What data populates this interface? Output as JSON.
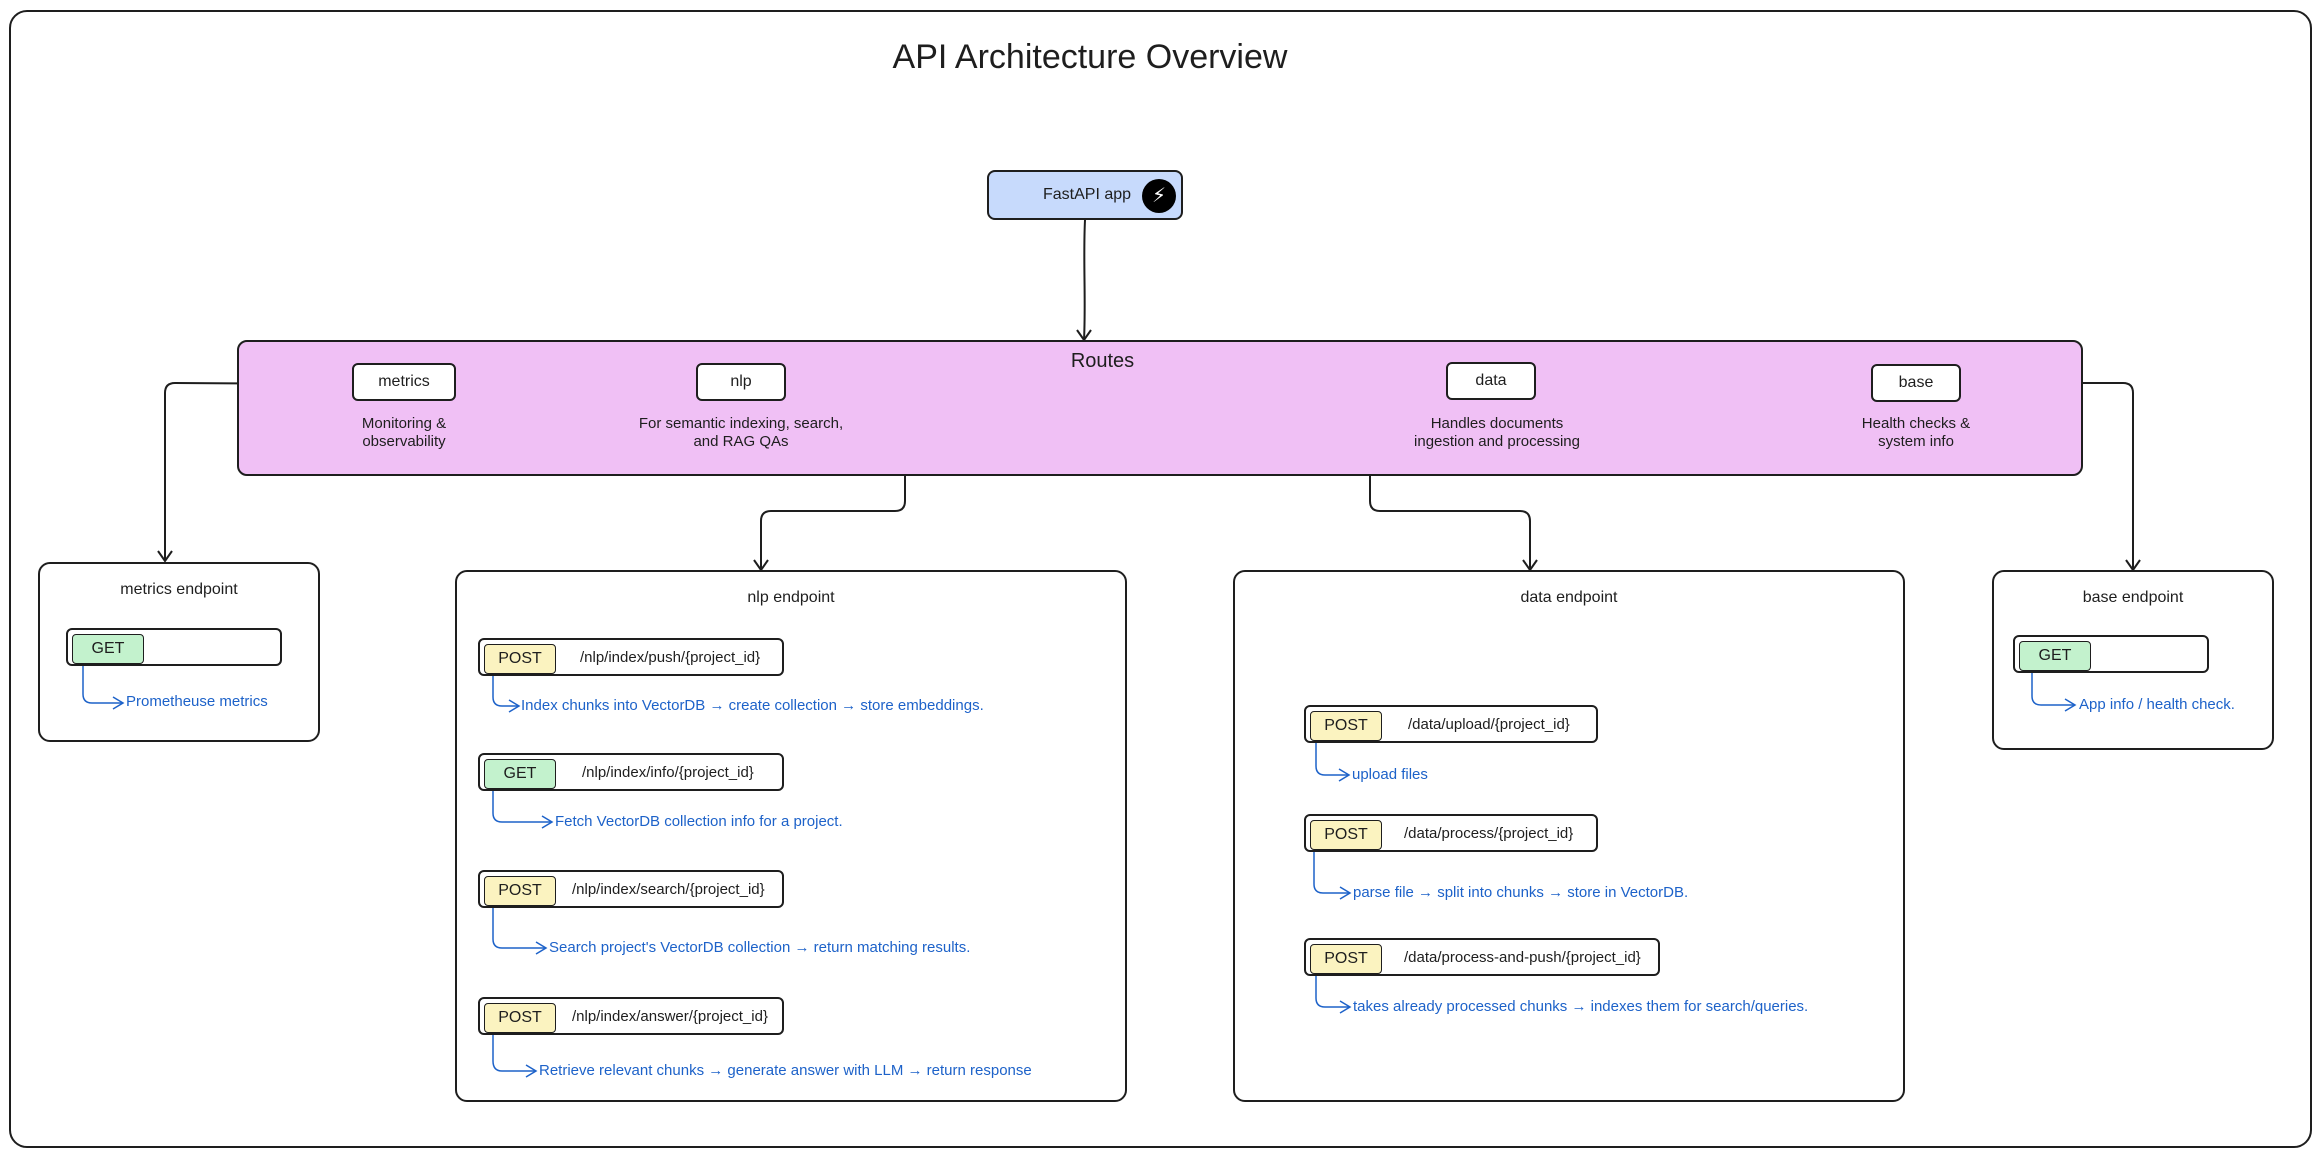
{
  "title": "API Architecture Overview",
  "app": {
    "label": "FastAPI app",
    "icon": "lightning-bolt-icon"
  },
  "routes": {
    "label": "Routes",
    "metrics": {
      "label": "metrics",
      "desc": [
        "Monitoring &",
        "observability"
      ]
    },
    "nlp": {
      "label": "nlp",
      "desc": [
        "For semantic indexing, search,",
        "and RAG QAs"
      ]
    },
    "data": {
      "label": "data",
      "desc": [
        "Handles documents",
        "ingestion and processing"
      ]
    },
    "base": {
      "label": "base",
      "desc": [
        "Health checks &",
        "system info"
      ]
    }
  },
  "metrics_endpoint": {
    "title": "metrics endpoint",
    "endpoints": [
      {
        "method": "GET",
        "path": "",
        "desc": "Prometheuse metrics"
      }
    ]
  },
  "nlp_endpoint": {
    "title": "nlp endpoint",
    "endpoints": [
      {
        "method": "POST",
        "path": "/nlp/index/push/{project_id}",
        "desc": "Index chunks into VectorDB → create collection → store embeddings."
      },
      {
        "method": "GET",
        "path": "/nlp/index/info/{project_id}",
        "desc": "Fetch VectorDB collection info for a project."
      },
      {
        "method": "POST",
        "path": "/nlp/index/search/{project_id}",
        "desc": "Search project's VectorDB collection → return matching results."
      },
      {
        "method": "POST",
        "path": "/nlp/index/answer/{project_id}",
        "desc": "Retrieve relevant chunks → generate answer with LLM → return response"
      }
    ]
  },
  "data_endpoint": {
    "title": "data endpoint",
    "endpoints": [
      {
        "method": "POST",
        "path": "/data/upload/{project_id}",
        "desc": "upload files"
      },
      {
        "method": "POST",
        "path": "/data/process/{project_id}",
        "desc": "parse file → split into chunks → store in VectorDB."
      },
      {
        "method": "POST",
        "path": "/data/process-and-push/{project_id}",
        "desc": "takes already processed chunks → indexes them for search/queries."
      }
    ]
  },
  "base_endpoint": {
    "title": "base endpoint",
    "endpoints": [
      {
        "method": "GET",
        "path": "",
        "desc": "App info / health check."
      }
    ]
  },
  "colors": {
    "app_fill": "#c7dafc",
    "routes_fill": "#f0c0f5",
    "get_fill": "#c3f2cd",
    "post_fill": "#fbf3c0",
    "desc_text": "#1d62c9"
  }
}
